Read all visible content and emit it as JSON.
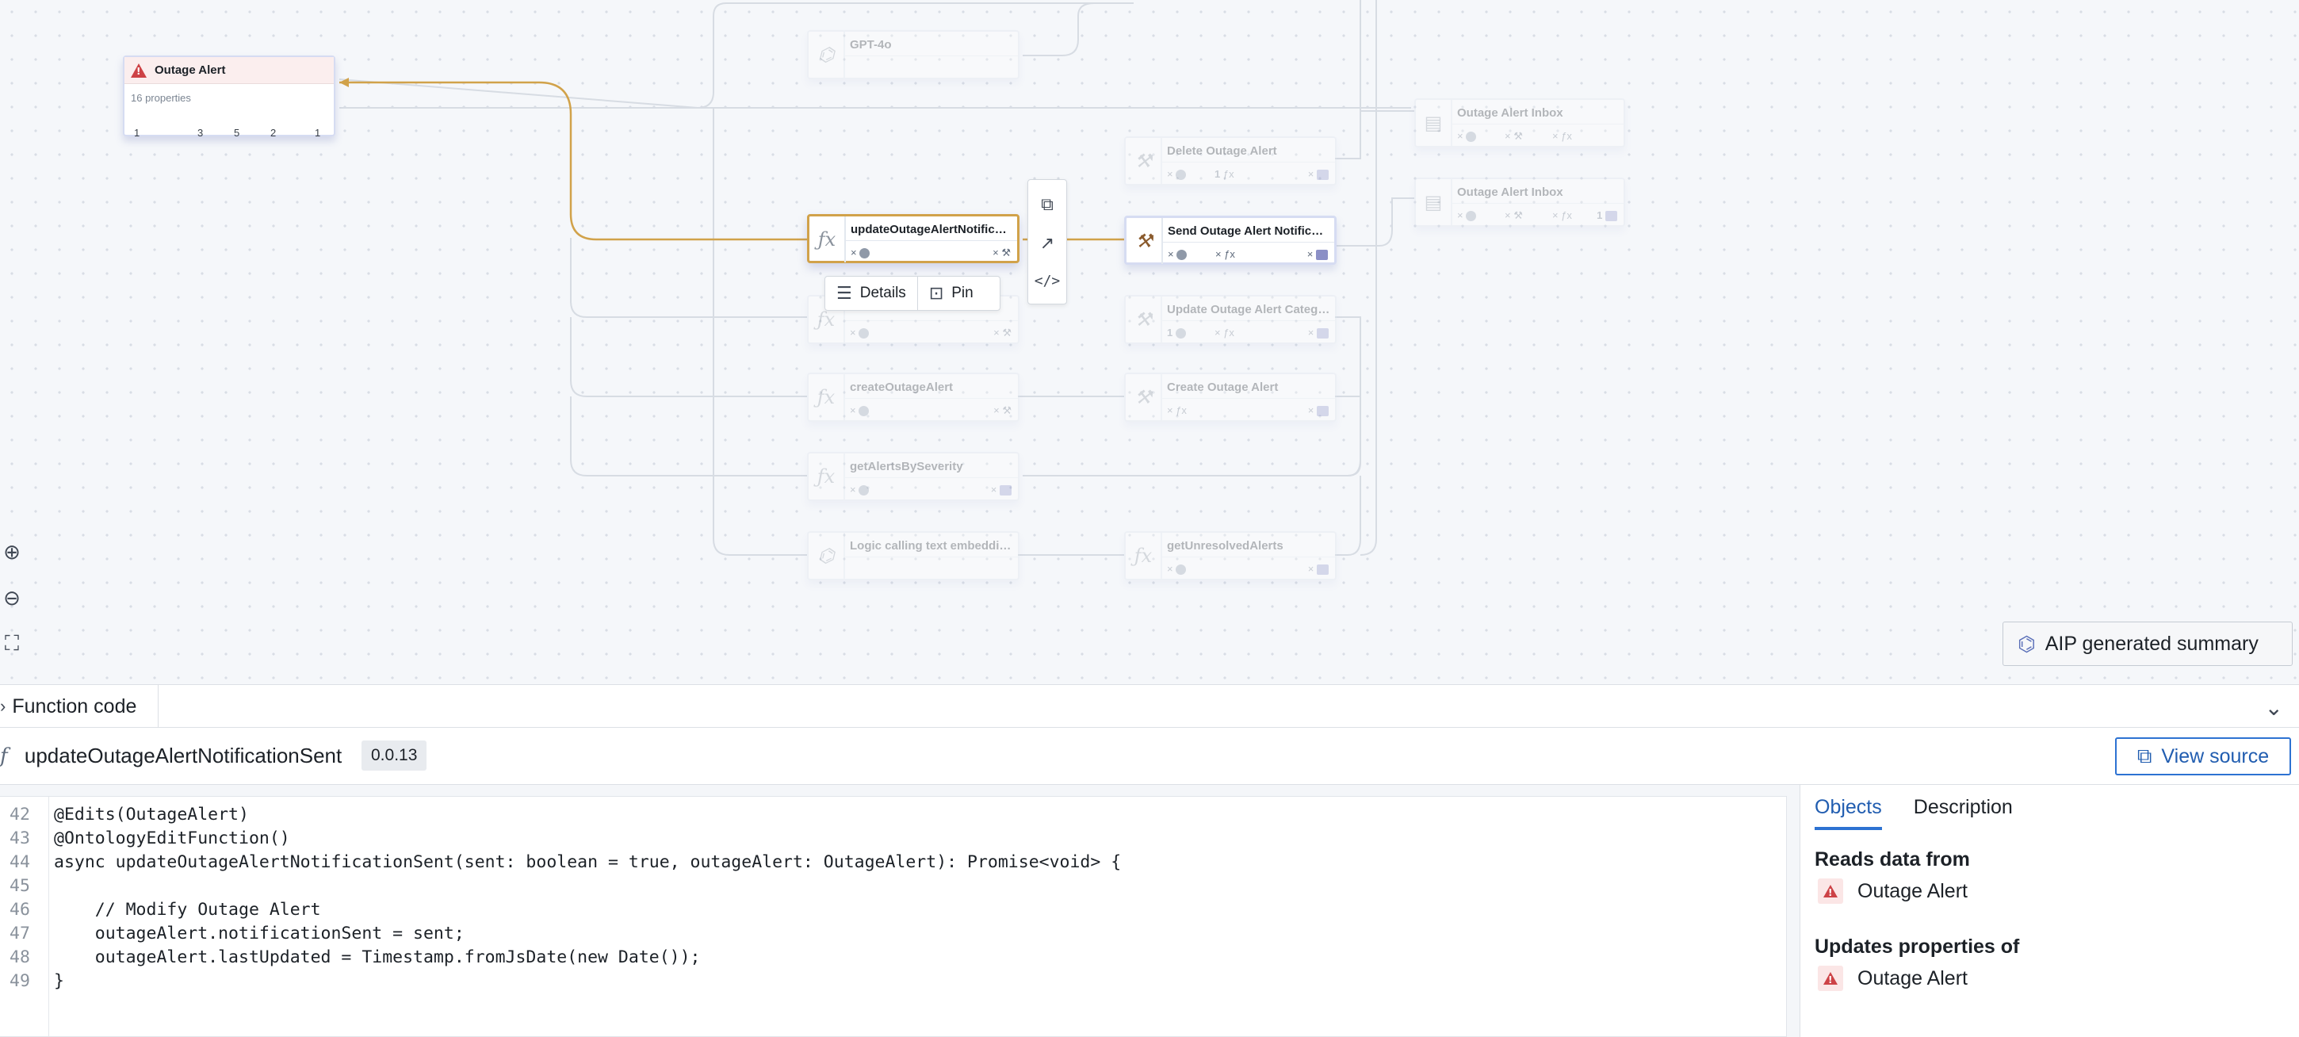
{
  "graph": {
    "object_node": {
      "title": "Outage Alert",
      "properties": "16 properties",
      "counts": [
        "1",
        "3",
        "5",
        "2",
        "1"
      ]
    },
    "nodes": [
      {
        "title": "GPT-4o"
      },
      {
        "title": "Outage Alert Inbox"
      },
      {
        "title": "Delete Outage Alert",
        "count": "1"
      },
      {
        "title": "Outage Alert Inbox",
        "count": "1"
      },
      {
        "title": "updateOutageAlertNotificatio..."
      },
      {
        "title": "Send Outage Alert Notificatio..."
      },
      {
        "title": "Update Outage Alert Category",
        "count": "1"
      },
      {
        "title": "createOutageAlert"
      },
      {
        "title": "Create Outage Alert"
      },
      {
        "title": "getAlertsBySeverity"
      },
      {
        "title": "Logic calling text embeddings"
      },
      {
        "title": "getUnresolvedAlerts"
      }
    ],
    "popover": {
      "details": "Details",
      "pin": "Pin"
    }
  },
  "aip_button": "AIP generated summary",
  "panel": {
    "tab_label": "Function code",
    "function_name": "updateOutageAlertNotificationSent",
    "version": "0.0.13",
    "view_source": "View source",
    "code": [
      {
        "n": "42",
        "line": "@Edits(OutageAlert)"
      },
      {
        "n": "43",
        "line": "@OntologyEditFunction()"
      },
      {
        "n": "44",
        "line": "async updateOutageAlertNotificationSent(sent: boolean = true, outageAlert: OutageAlert): Promise<void> {"
      },
      {
        "n": "45",
        "line": ""
      },
      {
        "n": "46",
        "line": "    // Modify Outage Alert"
      },
      {
        "n": "47",
        "line": "    outageAlert.notificationSent = sent;"
      },
      {
        "n": "48",
        "line": "    outageAlert.lastUpdated = Timestamp.fromJsDate(new Date());"
      },
      {
        "n": "49",
        "line": "}"
      }
    ],
    "side": {
      "tabs": [
        "Objects",
        "Description"
      ],
      "reads_heading": "Reads data from",
      "reads_item": "Outage Alert",
      "updates_heading": "Updates properties of",
      "updates_item": "Outage Alert"
    }
  }
}
